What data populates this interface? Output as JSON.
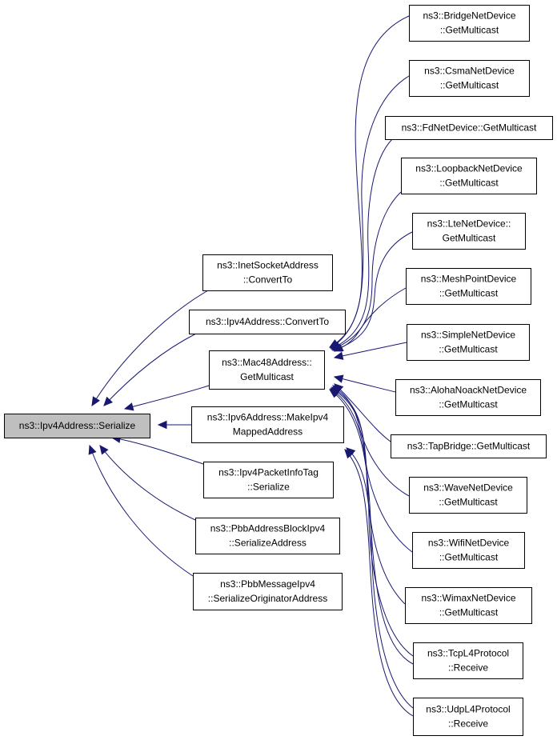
{
  "graph": {
    "edge_color": "#191970",
    "root_fill": "#bfbfbf",
    "nodes": [
      {
        "id": "serialize",
        "lines": [
          "ns3::Ipv4Address::Serialize"
        ],
        "root": true
      },
      {
        "id": "inetsocket",
        "lines": [
          "ns3::InetSocketAddress",
          "::ConvertTo"
        ]
      },
      {
        "id": "ipv4convert",
        "lines": [
          "ns3::Ipv4Address::ConvertTo"
        ]
      },
      {
        "id": "mac48",
        "lines": [
          "ns3::Mac48Address::",
          "GetMulticast"
        ]
      },
      {
        "id": "ipv6make",
        "lines": [
          "ns3::Ipv6Address::MakeIpv4",
          "MappedAddress"
        ]
      },
      {
        "id": "ipv4pkt",
        "lines": [
          "ns3::Ipv4PacketInfoTag",
          "::Serialize"
        ]
      },
      {
        "id": "pbbblock",
        "lines": [
          "ns3::PbbAddressBlockIpv4",
          "::SerializeAddress"
        ]
      },
      {
        "id": "pbbmsg",
        "lines": [
          "ns3::PbbMessageIpv4",
          "::SerializeOriginatorAddress"
        ]
      },
      {
        "id": "bridge",
        "lines": [
          "ns3::BridgeNetDevice",
          "::GetMulticast"
        ]
      },
      {
        "id": "csma",
        "lines": [
          "ns3::CsmaNetDevice",
          "::GetMulticast"
        ]
      },
      {
        "id": "fd",
        "lines": [
          "ns3::FdNetDevice::GetMulticast"
        ]
      },
      {
        "id": "loopback",
        "lines": [
          "ns3::LoopbackNetDevice",
          "::GetMulticast"
        ]
      },
      {
        "id": "lte",
        "lines": [
          "ns3::LteNetDevice::",
          "GetMulticast"
        ]
      },
      {
        "id": "meshpoint",
        "lines": [
          "ns3::MeshPointDevice",
          "::GetMulticast"
        ]
      },
      {
        "id": "simple",
        "lines": [
          "ns3::SimpleNetDevice",
          "::GetMulticast"
        ]
      },
      {
        "id": "aloha",
        "lines": [
          "ns3::AlohaNoackNetDevice",
          "::GetMulticast"
        ]
      },
      {
        "id": "tapbridge",
        "lines": [
          "ns3::TapBridge::GetMulticast"
        ]
      },
      {
        "id": "wave",
        "lines": [
          "ns3::WaveNetDevice",
          "::GetMulticast"
        ]
      },
      {
        "id": "wifi",
        "lines": [
          "ns3::WifiNetDevice",
          "::GetMulticast"
        ]
      },
      {
        "id": "wimax",
        "lines": [
          "ns3::WimaxNetDevice",
          "::GetMulticast"
        ]
      },
      {
        "id": "tcp",
        "lines": [
          "ns3::TcpL4Protocol",
          "::Receive"
        ]
      },
      {
        "id": "udp",
        "lines": [
          "ns3::UdpL4Protocol",
          "::Receive"
        ]
      }
    ],
    "edges": [
      {
        "from": "inetsocket",
        "to": "serialize"
      },
      {
        "from": "ipv4convert",
        "to": "serialize"
      },
      {
        "from": "mac48",
        "to": "serialize"
      },
      {
        "from": "ipv6make",
        "to": "serialize"
      },
      {
        "from": "ipv4pkt",
        "to": "serialize"
      },
      {
        "from": "pbbblock",
        "to": "serialize"
      },
      {
        "from": "pbbmsg",
        "to": "serialize"
      },
      {
        "from": "bridge",
        "to": "mac48"
      },
      {
        "from": "csma",
        "to": "mac48"
      },
      {
        "from": "fd",
        "to": "mac48"
      },
      {
        "from": "loopback",
        "to": "mac48"
      },
      {
        "from": "lte",
        "to": "mac48"
      },
      {
        "from": "meshpoint",
        "to": "mac48"
      },
      {
        "from": "simple",
        "to": "mac48"
      },
      {
        "from": "aloha",
        "to": "mac48"
      },
      {
        "from": "tapbridge",
        "to": "mac48"
      },
      {
        "from": "wave",
        "to": "mac48"
      },
      {
        "from": "wifi",
        "to": "mac48"
      },
      {
        "from": "wimax",
        "to": "mac48"
      },
      {
        "from": "tcp",
        "to": "mac48"
      },
      {
        "from": "udp",
        "to": "mac48"
      },
      {
        "from": "tcp",
        "to": "ipv6make"
      },
      {
        "from": "udp",
        "to": "ipv6make"
      }
    ]
  }
}
